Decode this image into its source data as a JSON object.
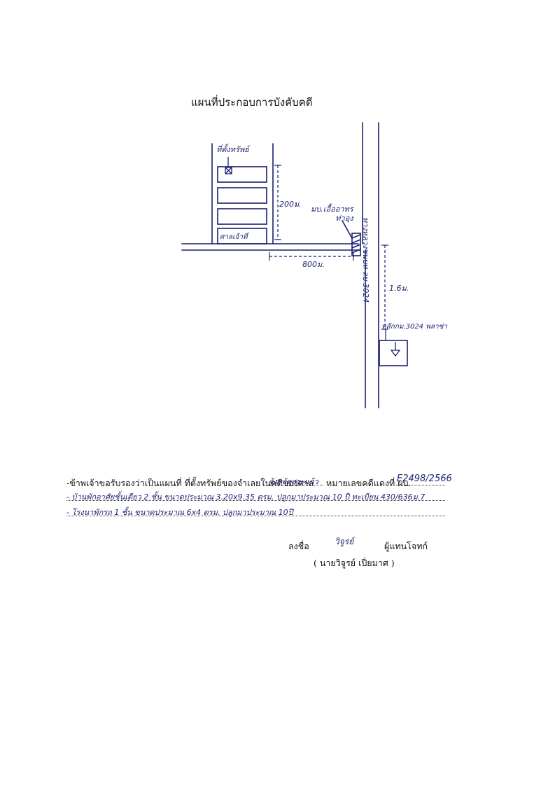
{
  "title": "แผนที่ประกอบการบังคับคดี",
  "map": {
    "labels": {
      "property_location": "ที่ตั้งทรัพย์",
      "dim_vertical_left": "200ม.",
      "shop_label": "ศาลเจ้าที่",
      "alley_label": "มบ.เอื้ออาทร\nท่าอุง",
      "dim_horizontal": "800ม.",
      "road_name": "ทางหลวงชนบท ลบ 3024",
      "dim_vertical_right": "1.6ม.",
      "kilometer_marker": "หลักกม.3024 พลาซ่า"
    },
    "ink_color": "#1b1f6e",
    "icons": [
      "cross-marker-icon",
      "triangle-marker-icon"
    ]
  },
  "declaration": {
    "prefix": "-ข้าพเจ้าขอรับรองว่าเป็นแผนที่ ที่ตั้งทรัพย์ของจำเลยในคดีของศาล",
    "court_name": "จังหวัดสระแก้ว",
    "case_label": "หมายเลขคดีแดงที่ ผบ.",
    "case_number": "E2498/2566",
    "items": [
      "- บ้านพักอาศัยชั้นเดียว 2 ชั้น ขนาดประมาณ 3.20x9.35 ตรม. ปลูกมาประมาณ 10 ปี ทะเบียน 430/636ม.7",
      "- โรงนาพักรถ 1 ชั้น ขนาดประมาณ 6x4 ตรม. ปลูกมาประมาณ 10ปี"
    ]
  },
  "signature": {
    "sign_label": "ลงชื่อ",
    "signature_text": "วิจูรย์",
    "role": "ผู้แทนโจทก์",
    "name": "( นายวิจูรย์ เปี่ยมาศ )"
  }
}
